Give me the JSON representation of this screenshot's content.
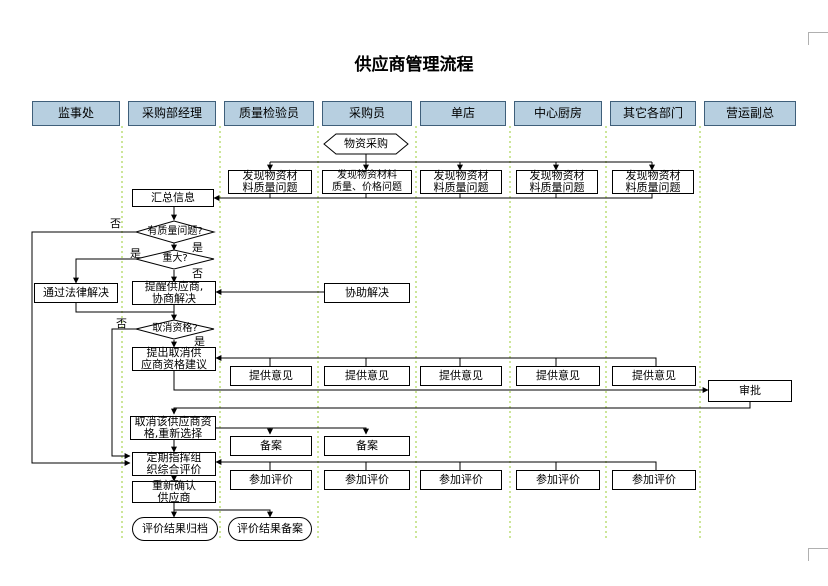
{
  "title": "供应商管理流程",
  "lanes": [
    "监事处",
    "采购部经理",
    "质量检验员",
    "采购员",
    "单店",
    "中心厨房",
    "其它各部门",
    "营运副总"
  ],
  "nodes": {
    "purchase": "物资采购",
    "find_quality_1": "发现物资材\n料质量问题",
    "find_quality_2": "发现物资材料\n质量、价格问题",
    "find_quality_3": "发现物资材\n料质量问题",
    "find_quality_4": "发现物资材\n料质量问题",
    "find_quality_5": "发现物资材\n料质量问题",
    "summarize": "汇总信息",
    "has_quality_issue": "有质量问题?",
    "major": "重大?",
    "legal": "通过法律解决",
    "remind_supplier": "提醒供应商,\n协商解决",
    "assist": "协助解决",
    "cancel_qualification": "取消资格?",
    "propose_cancel": "提出取消供\n应商资格建议",
    "opinion_1": "提供意见",
    "opinion_2": "提供意见",
    "opinion_3": "提供意见",
    "opinion_4": "提供意见",
    "opinion_5": "提供意见",
    "approve": "审批",
    "cancel_reselect": "取消该供应商资\n格,重新选择",
    "record_1": "备案",
    "record_2": "备案",
    "regular_evaluation": "定期指挥组\n织综合评价",
    "join_1": "参加评价",
    "join_2": "参加评价",
    "join_3": "参加评价",
    "join_4": "参加评价",
    "join_5": "参加评价",
    "reconfirm": "重新确认\n供应商",
    "archive": "评价结果归档",
    "result_record": "评价结果备案"
  },
  "edge_labels": {
    "no_1": "否",
    "yes_1": "是",
    "yes_2": "是",
    "no_2": "否",
    "no_3": "否",
    "yes_3": "是"
  }
}
